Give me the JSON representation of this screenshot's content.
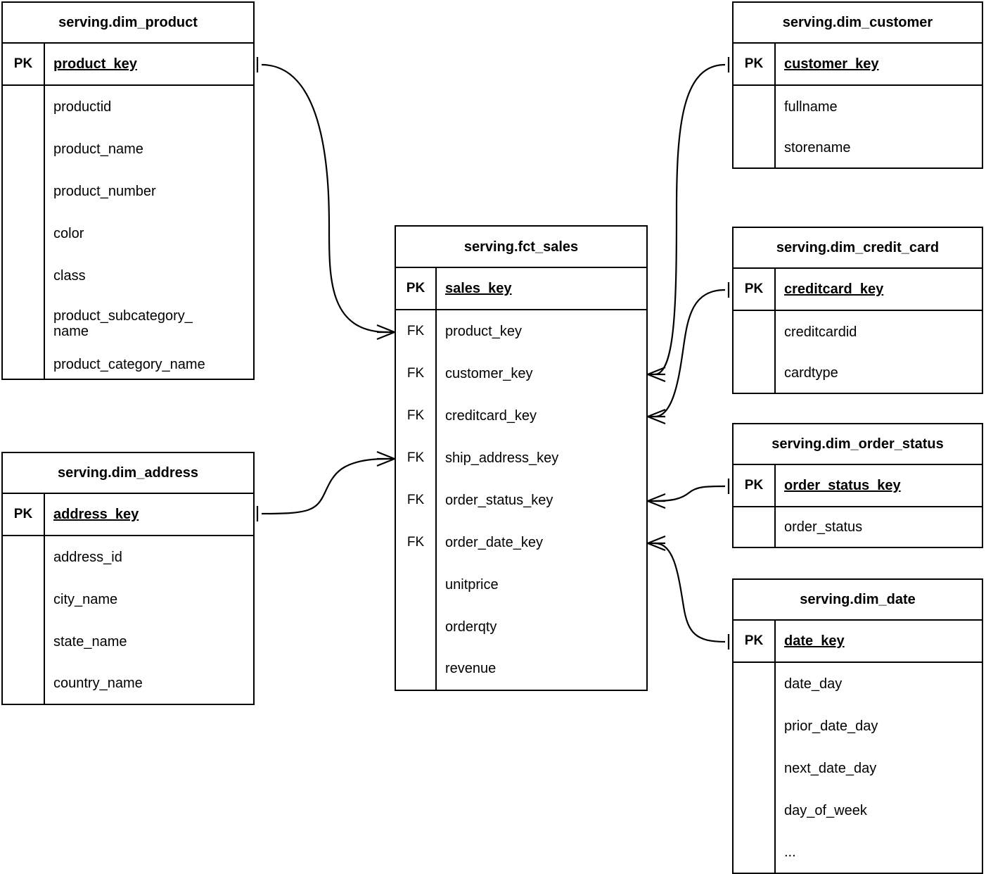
{
  "diagram": {
    "kind": "entity-relationship-diagram",
    "notation": "crows-foot",
    "background_color": "#ffffff",
    "line_color": "#000000",
    "key_labels": {
      "primary": "PK",
      "foreign": "FK"
    }
  },
  "entities": {
    "dim_product": {
      "title": "serving.dim_product",
      "pk_label": "PK",
      "pk_field": "product_key",
      "attributes": [
        "productid",
        "product_name",
        "product_number",
        "color",
        "class",
        "product_subcategory_\nname",
        "product_category_name"
      ]
    },
    "dim_address": {
      "title": "serving.dim_address",
      "pk_label": "PK",
      "pk_field": "address_key",
      "attributes": [
        "address_id",
        "city_name",
        "state_name",
        "country_name"
      ]
    },
    "fct_sales": {
      "title": "serving.fct_sales",
      "pk_label": "PK",
      "pk_field": "sales_key",
      "fk_label": "FK",
      "foreign_keys": [
        "product_key",
        "customer_key",
        "creditcard_key",
        "ship_address_key",
        "order_status_key",
        "order_date_key"
      ],
      "measures": [
        "unitprice",
        "orderqty",
        "revenue"
      ]
    },
    "dim_customer": {
      "title": "serving.dim_customer",
      "pk_label": "PK",
      "pk_field": "customer_key",
      "attributes": [
        "fullname",
        "storename"
      ]
    },
    "dim_credit_card": {
      "title": "serving.dim_credit_card",
      "pk_label": "PK",
      "pk_field": "creditcard_key",
      "attributes": [
        "creditcardid",
        "cardtype"
      ]
    },
    "dim_order_status": {
      "title": "serving.dim_order_status",
      "pk_label": "PK",
      "pk_field": "order_status_key",
      "attributes": [
        "order_status"
      ]
    },
    "dim_date": {
      "title": "serving.dim_date",
      "pk_label": "PK",
      "pk_field": "date_key",
      "attributes": [
        "date_day",
        "prior_date_day",
        "next_date_day",
        "day_of_week",
        "..."
      ]
    }
  },
  "relationships": [
    {
      "name": "product-to-sales",
      "from": "dim_product.product_key",
      "to": "fct_sales.product_key",
      "from_cardinality": "one",
      "to_cardinality": "many"
    },
    {
      "name": "address-to-sales",
      "from": "dim_address.address_key",
      "to": "fct_sales.ship_address_key",
      "from_cardinality": "one",
      "to_cardinality": "many"
    },
    {
      "name": "customer-to-sales",
      "from": "dim_customer.customer_key",
      "to": "fct_sales.customer_key",
      "from_cardinality": "one",
      "to_cardinality": "many"
    },
    {
      "name": "credit-card-to-sales",
      "from": "dim_credit_card.creditcard_key",
      "to": "fct_sales.creditcard_key",
      "from_cardinality": "one",
      "to_cardinality": "many"
    },
    {
      "name": "order-status-to-sales",
      "from": "dim_order_status.order_status_key",
      "to": "fct_sales.order_status_key",
      "from_cardinality": "one",
      "to_cardinality": "many"
    },
    {
      "name": "date-to-sales",
      "from": "dim_date.date_key",
      "to": "fct_sales.order_date_key",
      "from_cardinality": "one",
      "to_cardinality": "many"
    }
  ]
}
